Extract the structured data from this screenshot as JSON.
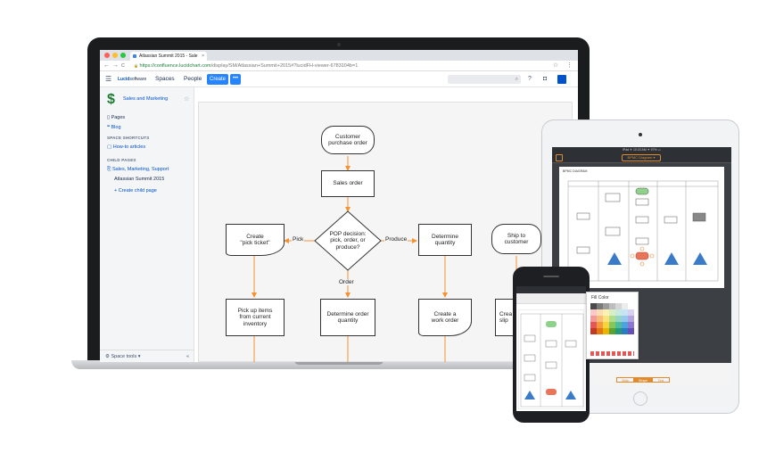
{
  "browser": {
    "tab_title": "Atlassian Summit 2015 - Sale",
    "tab_close": "×",
    "url_host": "https://confluence.lucidchart.com",
    "url_path": "/display/SM/Atlassian+Summit+2015#?lucidFH-viewer-6783104b=1",
    "back": "←",
    "forward": "→",
    "reload": "C",
    "lock": "🔒",
    "bookmark": "☆",
    "menu": "⋮"
  },
  "header": {
    "hamburger": "☰",
    "brand_prefix": "Lucid",
    "brand_suffix": "software",
    "nav_spaces": "Spaces",
    "nav_people": "People",
    "create_label": "Create",
    "more_label": "•••",
    "search_icon": "⌕",
    "help_icon": "?",
    "notify_icon": "◘"
  },
  "sidebar": {
    "space_logo": "$",
    "space_name": "Sales and Marketing",
    "space_star": "☆",
    "pages": "Pages",
    "blog": "Blog",
    "shortcuts_heading": "SPACE SHORTCUTS",
    "how_to": "How-to articles",
    "child_heading": "CHILD PAGES",
    "child_1": "Sales, Marketing, Support",
    "child_2": "Atlassian Summit 2015",
    "create_child": "+ Create child page",
    "space_tools": "Space tools ▾",
    "collapse": "«"
  },
  "diagram": {
    "nodes": {
      "customer_po": "Customer\npurchase order",
      "sales_order": "Sales order",
      "pop_decision": "POP decision:\npick, order, or\nproduce?",
      "create_pick": "Create\n\"pick ticket\"",
      "determine_qty": "Determine\nquantity",
      "ship_customer": "Ship to\ncustomer",
      "pick_up": "Pick up items\nfrom current\ninventory",
      "determine_order_qty": "Determine order\nquantity",
      "work_order": "Create a\nwork order",
      "create_slip": "Crea\nslip"
    },
    "edges": {
      "pick": "Pick",
      "produce": "Produce",
      "order": "Order"
    }
  },
  "tablet": {
    "status": "iPad  ✈        10:23 AM        ✦ 97% ▭",
    "doc_title": "BPMC Diagram ▾",
    "sheet_title": "BPMC DIAGRAM",
    "seg_style": "Style",
    "seg_shape": "Shape",
    "seg_text": "Text"
  },
  "phone": {
    "fill_title": "Fill Color"
  },
  "colors": {
    "confluence_blue": "#2684ff",
    "link_blue": "#0052cc",
    "flow_orange": "#f5922f",
    "lucid_orange": "#e08a2b"
  }
}
